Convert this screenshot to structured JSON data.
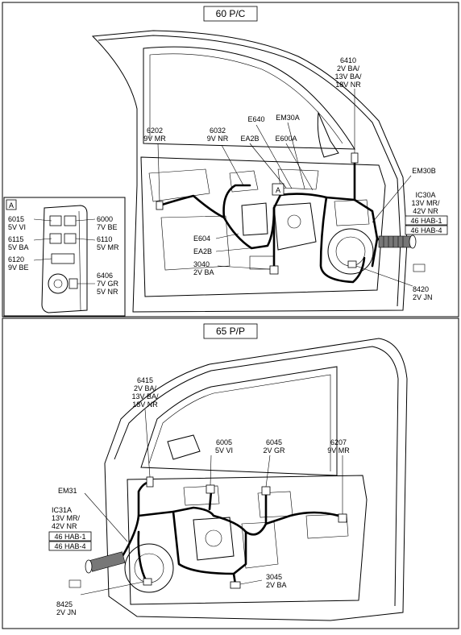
{
  "top_panel": {
    "title": "60 P/C",
    "inset_label": "A",
    "view_marker": "A",
    "connectors": {
      "c6410": [
        "6410",
        "2V BA/",
        "13V BA/",
        "18V NR"
      ],
      "c6202": [
        "6202",
        "9V MR"
      ],
      "c6032": [
        "6032",
        "9V NR"
      ],
      "ea2b_top": [
        "EA2B"
      ],
      "e640": [
        "E640"
      ],
      "em30a": [
        "EM30A"
      ],
      "e600a": [
        "E600A"
      ],
      "em30b": [
        "EM30B"
      ],
      "ic30a": [
        "IC30A",
        "13V MR/",
        "42V NR"
      ],
      "e604": [
        "E604"
      ],
      "ea2b_low": [
        "EA2B"
      ],
      "c3040": [
        "3040",
        "2V BA"
      ],
      "c8420": [
        "8420",
        "2V JN"
      ],
      "c6015": [
        "6015",
        "5V VI"
      ],
      "c6000": [
        "6000",
        "7V BE"
      ],
      "c6115": [
        "6115",
        "5V BA"
      ],
      "c6110": [
        "6110",
        "5V MR"
      ],
      "c6120": [
        "6120",
        "9V BE"
      ],
      "c6406": [
        "6406",
        "7V GR",
        "5V NR"
      ]
    },
    "tags": [
      "46 HAB-1",
      "46 HAB-4"
    ]
  },
  "bottom_panel": {
    "title": "65 P/P",
    "connectors": {
      "c6415": [
        "6415",
        "2V BA/",
        "13V BA/",
        "18V NR"
      ],
      "c6005": [
        "6005",
        "5V VI"
      ],
      "c6045": [
        "6045",
        "2V GR"
      ],
      "c6207": [
        "6207",
        "9V MR"
      ],
      "em31": [
        "EM31"
      ],
      "ic31a": [
        "IC31A",
        "13V MR/",
        "42V NR"
      ],
      "c3045": [
        "3045",
        "2V BA"
      ],
      "c8425": [
        "8425",
        "2V JN"
      ]
    },
    "tags": [
      "46 HAB-1",
      "46 HAB-4"
    ]
  }
}
